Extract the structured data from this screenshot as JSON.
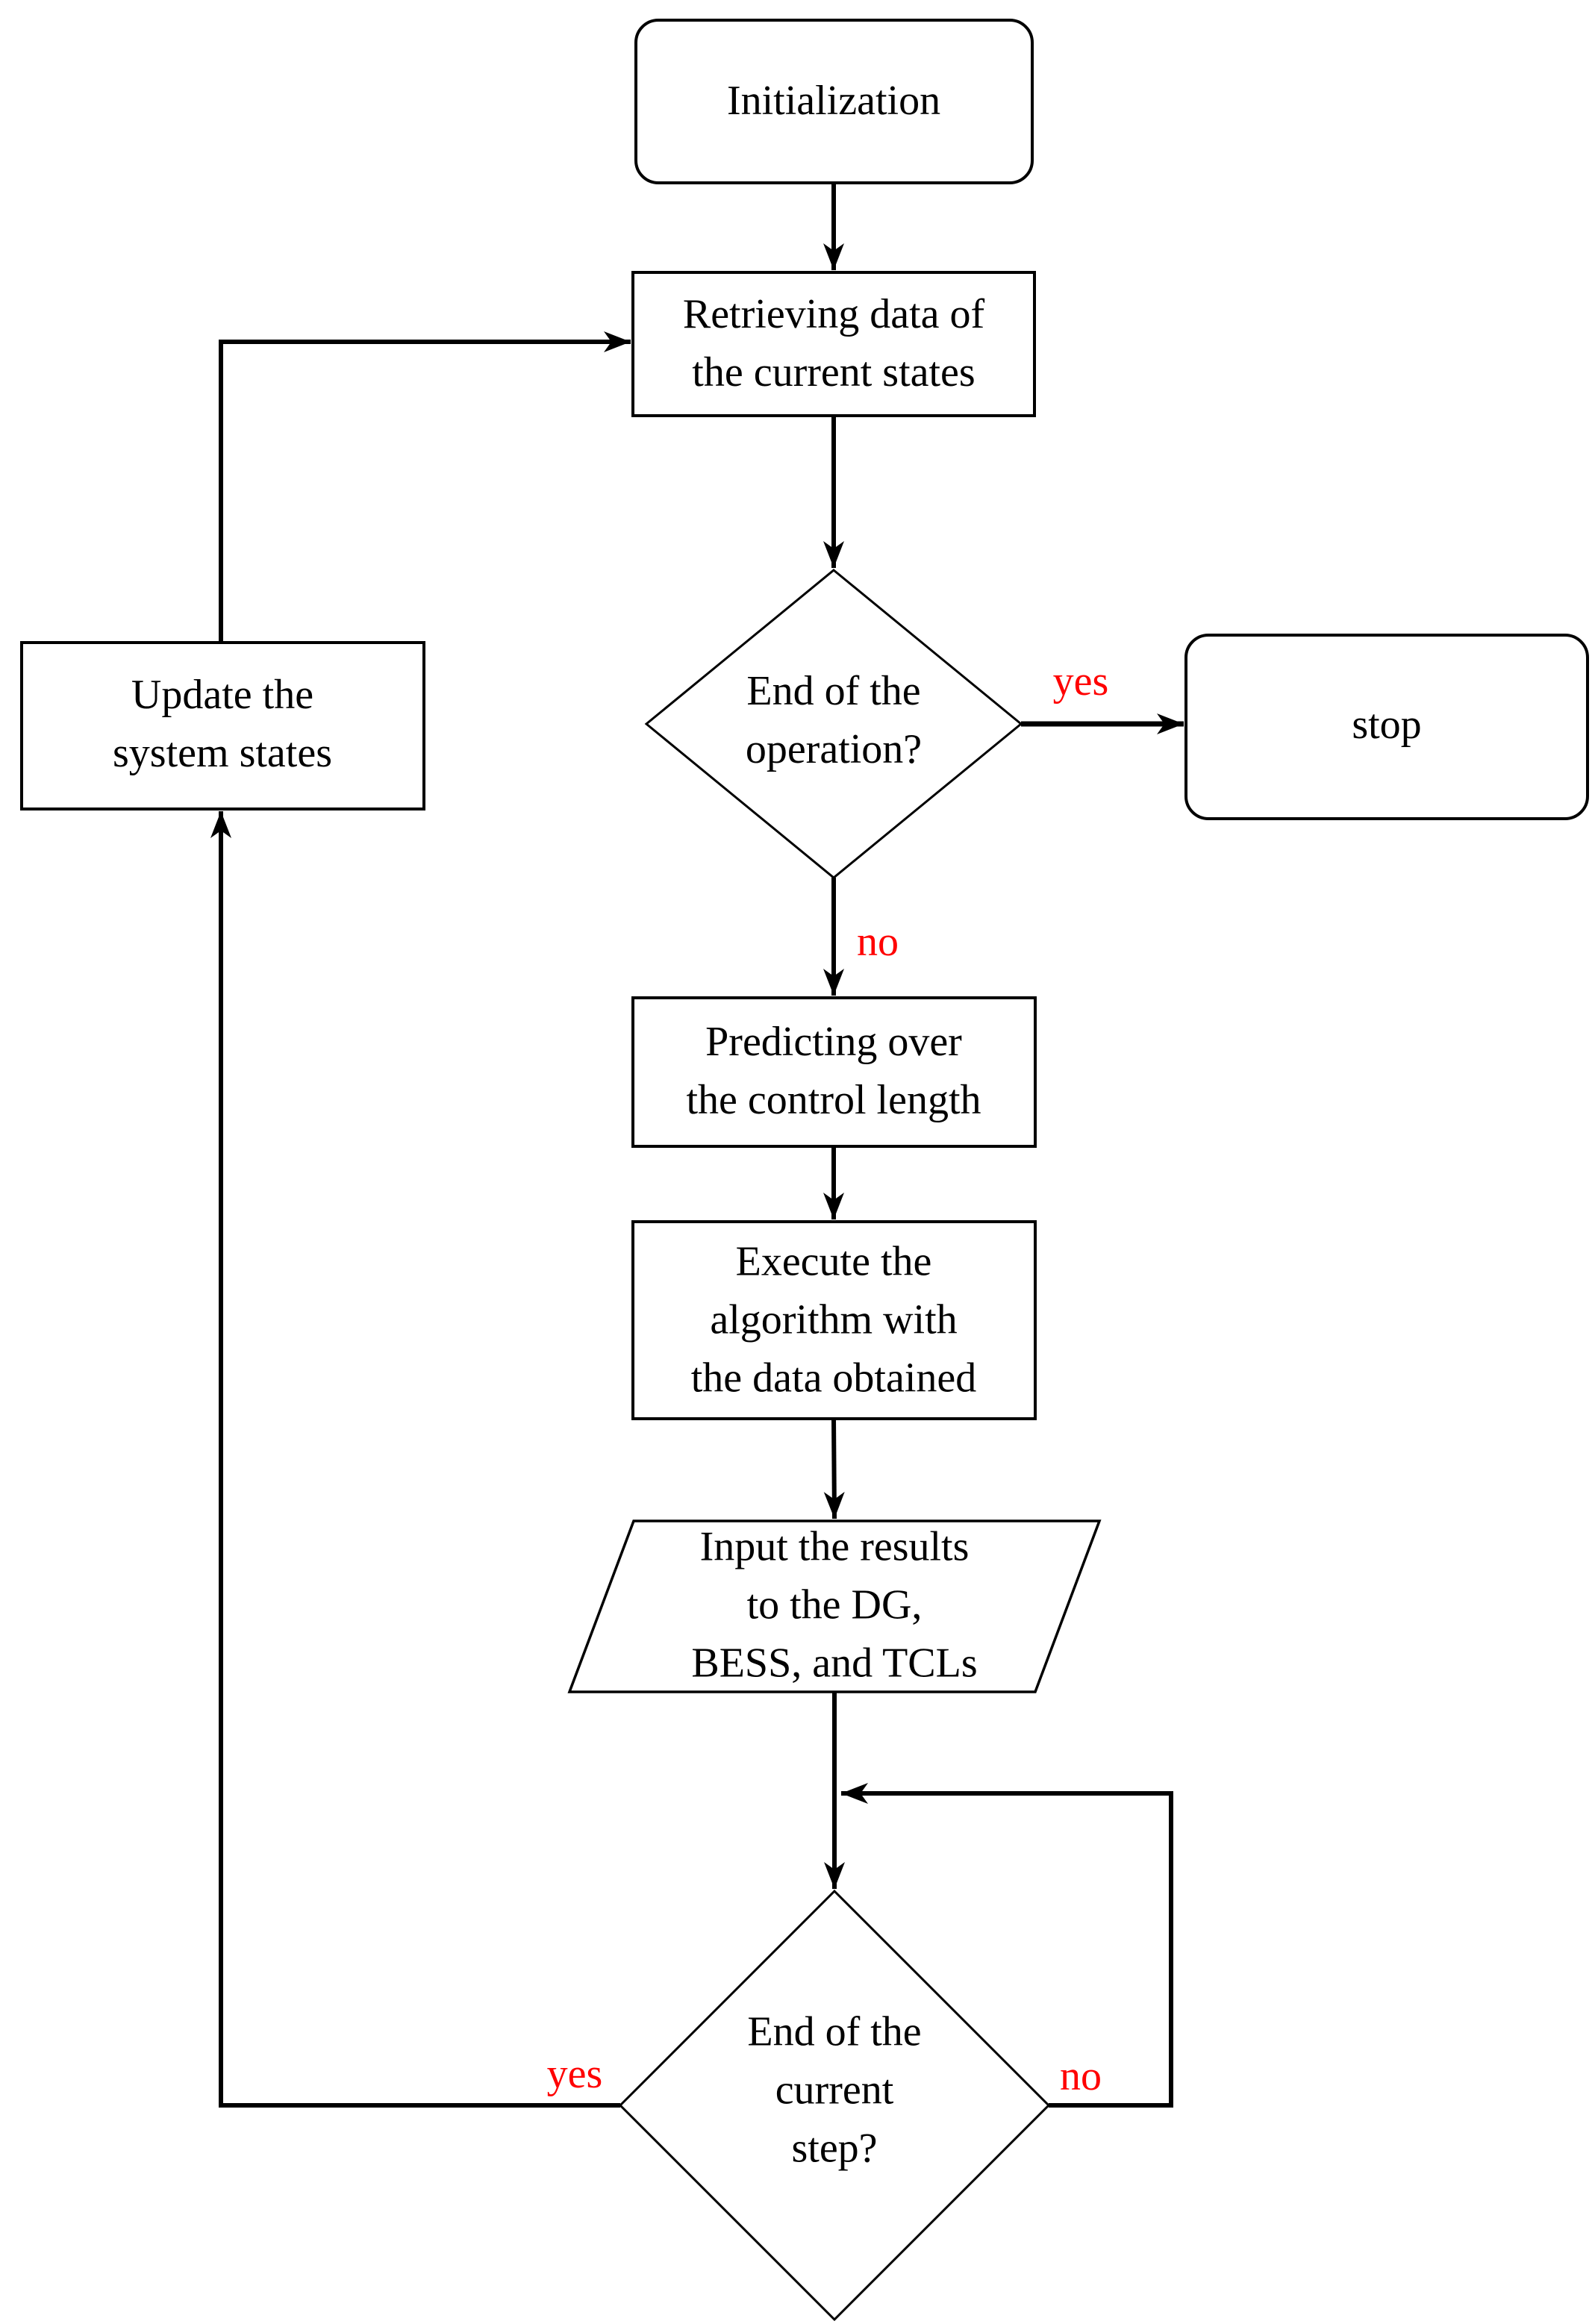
{
  "diagram": {
    "type": "flowchart",
    "colors": {
      "line": "#000000",
      "branch_label": "#ff0000",
      "node_fill": "#ffffff",
      "background": "#ffffff",
      "text": "#000000"
    },
    "nodes": {
      "initialization": {
        "shape": "rounded-rect",
        "label": "Initialization"
      },
      "retrieve": {
        "shape": "rect",
        "label": "Retrieving data of\nthe current states"
      },
      "end_operation": {
        "shape": "diamond",
        "label": "End of the\noperation?"
      },
      "stop": {
        "shape": "rounded-rect",
        "label": "stop"
      },
      "update": {
        "shape": "rect",
        "label": "Update the\nsystem states"
      },
      "predict": {
        "shape": "rect",
        "label": "Predicting over\nthe control length"
      },
      "execute": {
        "shape": "rect",
        "label": "Execute the\nalgorithm with\nthe data obtained"
      },
      "input_results": {
        "shape": "parallelogram",
        "label": "Input the results\nto the DG,\nBESS, and TCLs"
      },
      "end_step": {
        "shape": "diamond",
        "label": "End of the\ncurrent\nstep?"
      }
    },
    "edge_labels": {
      "operation_yes": "yes",
      "operation_no": "no",
      "step_yes": "yes",
      "step_no": "no"
    },
    "edges": [
      "initialization -> retrieve",
      "retrieve -> end_operation",
      "end_operation -yes-> stop",
      "end_operation -no-> predict",
      "predict -> execute",
      "execute -> input_results",
      "input_results -> end_step",
      "end_step -no-> input_results_line (loop back)",
      "end_step -yes-> update -> retrieve (loop back)"
    ]
  }
}
